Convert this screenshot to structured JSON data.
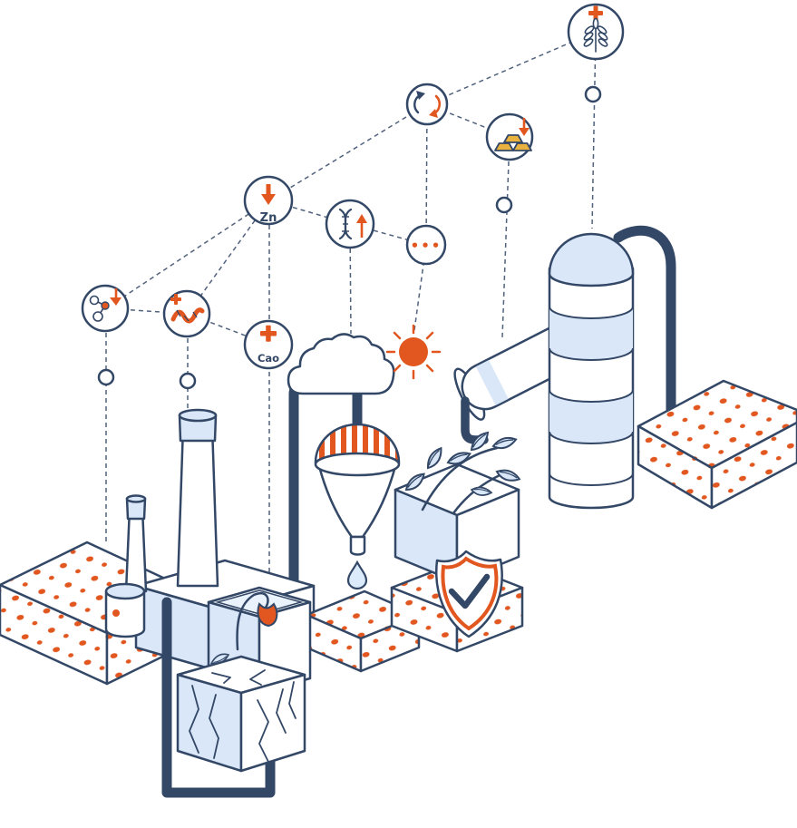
{
  "illustration": {
    "labels": {
      "zinc": "Zn",
      "calcium_oxide": "Cao",
      "ellipsis": "•••"
    },
    "colors": {
      "navy": "#334766",
      "orange": "#e2571f",
      "light_blue": "#d9e7f8",
      "pale_blue": "#eaf2fc",
      "gold": "#e9b23e",
      "white": "#ffffff"
    },
    "icons": [
      "wheat-plus-icon",
      "recycle-arrows-icon",
      "gold-ingots-down-icon",
      "zinc-down-icon",
      "dna-up-icon",
      "ellipsis-icon",
      "molecule-down-icon",
      "worm-plus-icon",
      "cao-plus-icon",
      "sun-icon",
      "cloud-icon",
      "shield-check-icon",
      "water-droplet-icon",
      "leaf-plant",
      "wilted-flower",
      "funnel-hopper",
      "silo-column",
      "factory-building",
      "soil-mound",
      "cracked-soil-block"
    ]
  }
}
